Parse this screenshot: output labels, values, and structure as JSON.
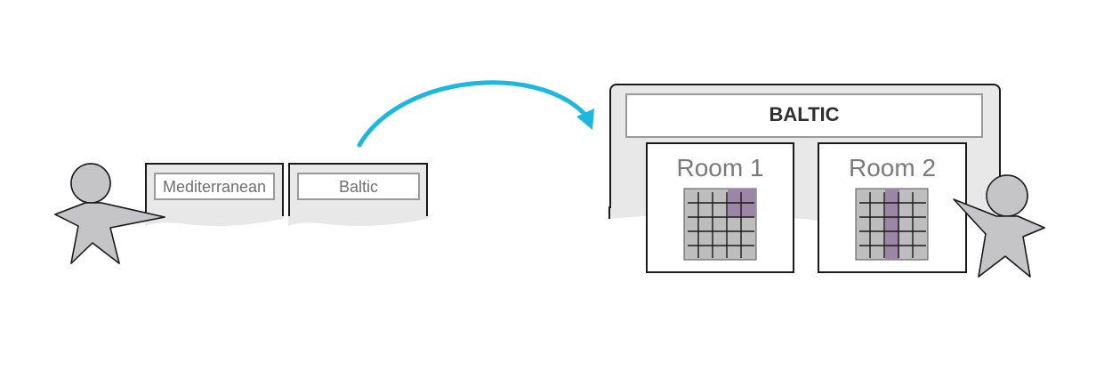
{
  "tabs": [
    {
      "label": "Mediterranean"
    },
    {
      "label": "Baltic"
    }
  ],
  "window": {
    "title": "BALTIC",
    "rooms": [
      {
        "label": "Room 1"
      },
      {
        "label": "Room 2"
      }
    ]
  },
  "colors": {
    "arrow": "#1db8df",
    "figure_fill": "#c5c5c7",
    "highlight": "#9b86a5",
    "grid_fill": "#bdbdbd",
    "panel_bg": "#e8e8e9"
  },
  "icons": [
    "person-icon",
    "curved-arrow-icon",
    "grid-icon"
  ]
}
